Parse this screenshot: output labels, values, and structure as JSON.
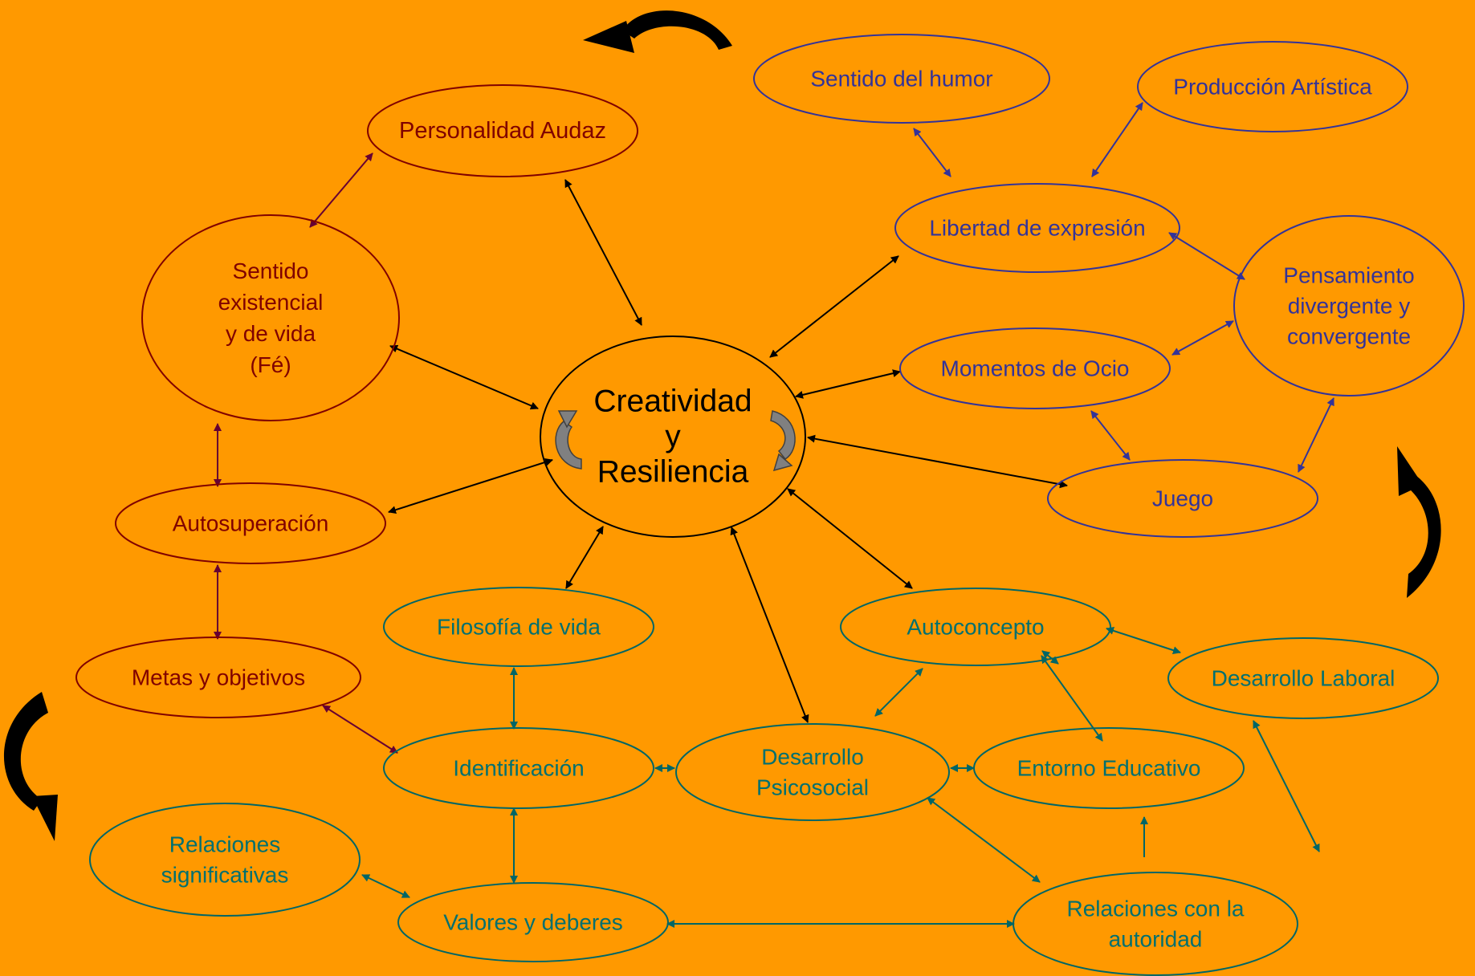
{
  "colors": {
    "background": "#FF9900",
    "center": "#000000",
    "maroon": "#800000",
    "maroon_line": "#660033",
    "blue": "#333399",
    "teal": "#006666",
    "teal_text": "#007070",
    "black": "#000000",
    "swirl": "#808080"
  },
  "center": {
    "lines": [
      "Creatividad",
      "y",
      "Resiliencia"
    ]
  },
  "nodes": {
    "personalidad": {
      "lines": [
        "Personalidad Audaz"
      ]
    },
    "sentido_existencial": {
      "lines": [
        "Sentido",
        "existencial",
        "y de vida",
        "(Fé)"
      ]
    },
    "autosuperacion": {
      "lines": [
        "Autosuperación"
      ]
    },
    "metas": {
      "lines": [
        "Metas y objetivos"
      ]
    },
    "humor": {
      "lines": [
        "Sentido del humor"
      ]
    },
    "produccion": {
      "lines": [
        "Producción Artística"
      ]
    },
    "libertad": {
      "lines": [
        "Libertad de expresión"
      ]
    },
    "pensamiento": {
      "lines": [
        "Pensamiento",
        "divergente y",
        "convergente"
      ]
    },
    "ocio": {
      "lines": [
        "Momentos de Ocio"
      ]
    },
    "juego": {
      "lines": [
        "Juego"
      ]
    },
    "filosofia": {
      "lines": [
        "Filosofía de vida"
      ]
    },
    "autoconcepto": {
      "lines": [
        "Autoconcepto"
      ]
    },
    "laboral": {
      "lines": [
        "Desarrollo Laboral"
      ]
    },
    "identificacion": {
      "lines": [
        "Identificación"
      ]
    },
    "psicosocial": {
      "lines": [
        "Desarrollo",
        "Psicosocial"
      ]
    },
    "entorno": {
      "lines": [
        "Entorno Educativo"
      ]
    },
    "relaciones_sig": {
      "lines": [
        "Relaciones",
        "significativas"
      ]
    },
    "valores": {
      "lines": [
        "Valores y deberes"
      ]
    },
    "autoridad": {
      "lines": [
        "Relaciones con la",
        "autoridad"
      ]
    }
  },
  "icons": [
    "curved-arrow-icon",
    "swirl-arrow-icon"
  ]
}
